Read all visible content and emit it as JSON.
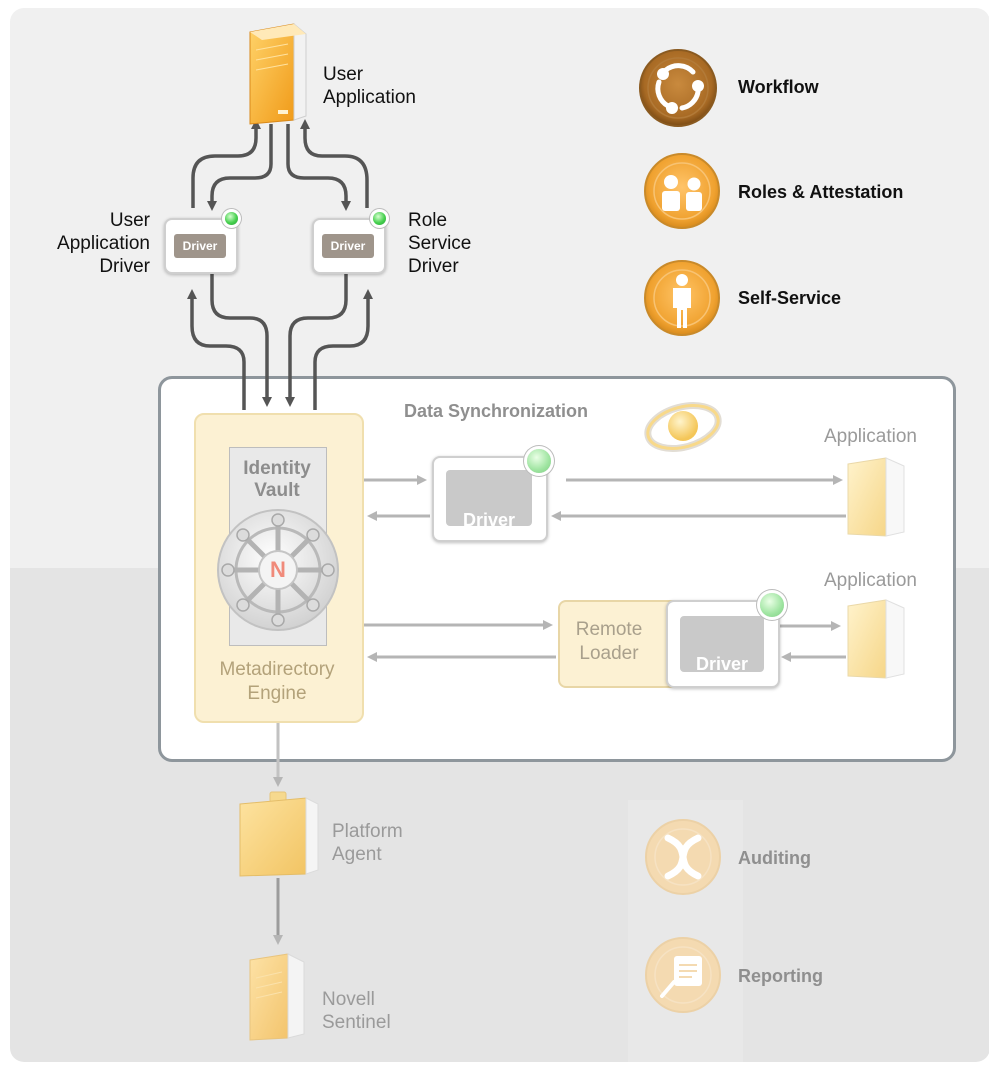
{
  "top_labels": {
    "user_application": [
      "User",
      "Application"
    ],
    "user_application_driver": [
      "User",
      "Application",
      "Driver"
    ],
    "role_service_driver": [
      "Role",
      "Service",
      "Driver"
    ]
  },
  "driver_chip_label": "Driver",
  "features": {
    "workflow": "Workflow",
    "roles_attestation": "Roles & Attestation",
    "self_service": "Self-Service",
    "auditing": "Auditing",
    "reporting": "Reporting"
  },
  "sync": {
    "title": "Data Synchronization",
    "identity_vault": [
      "Identity",
      "Vault"
    ],
    "vault_logo_letter": "N",
    "metadirectory_engine": [
      "Metadirectory",
      "Engine"
    ],
    "application_1": "Application",
    "application_2": "Application",
    "remote_loader": [
      "Remote",
      "Loader"
    ]
  },
  "bottom": {
    "platform_agent": [
      "Platform",
      "Agent"
    ],
    "novell_sentinel": [
      "Novell",
      "Sentinel"
    ]
  },
  "colors": {
    "accent_orange": "#f0a630",
    "arrow_dark": "#555555",
    "arrow_light": "#b5b5b5",
    "led_green": "#46d04e"
  }
}
